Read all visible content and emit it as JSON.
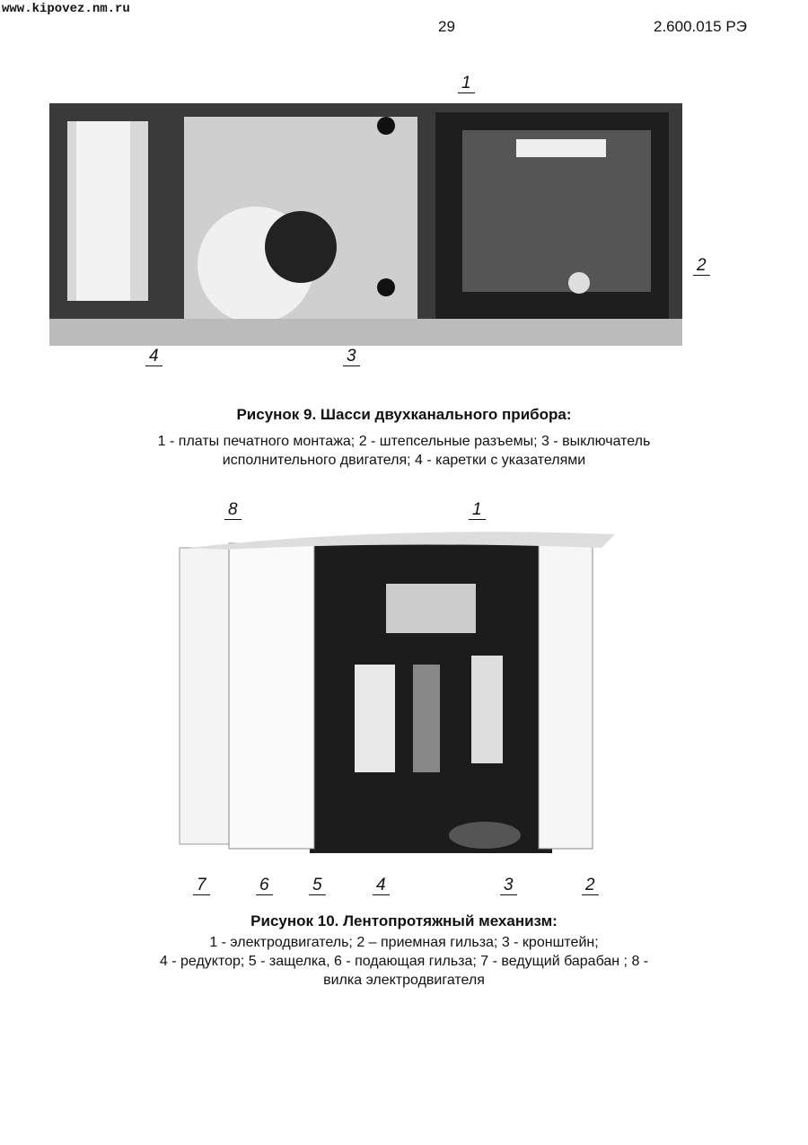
{
  "header": {
    "site": "www.kipovez.nm.ru",
    "page_number": "29",
    "doc_id": "2.600.015 РЭ"
  },
  "figure9": {
    "callouts": [
      "1",
      "2",
      "3",
      "4"
    ],
    "title": "Рисунок 9. Шасси двухканального прибора:",
    "legend_line1": "1 - платы печатного монтажа; 2 - штепсельные разъемы; 3 - выключатель",
    "legend_line2": "исполнительного двигателя; 4 - каретки с указателями"
  },
  "figure10": {
    "callouts": [
      "8",
      "1",
      "7",
      "6",
      "5",
      "4",
      "3",
      "2"
    ],
    "title": "Рисунок 10. Лентопротяжный механизм:",
    "legend_line1": "1 - электродвигатель; 2 – приемная гильза; 3 - кронштейн;",
    "legend_line2": "4 - редуктор; 5 - защелка, 6 - подающая гильза; 7 - ведущий барабан ; 8 -",
    "legend_line3": "вилка электродвигателя"
  }
}
